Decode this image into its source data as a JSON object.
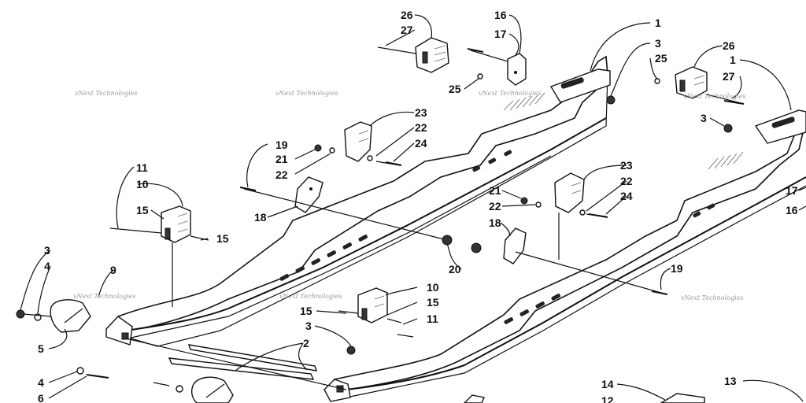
{
  "diagram": {
    "labels": [
      {
        "text": "26"
      },
      {
        "text": "27"
      },
      {
        "text": "16"
      },
      {
        "text": "17"
      },
      {
        "text": "25"
      },
      {
        "text": "1"
      },
      {
        "text": "3"
      },
      {
        "text": "25"
      },
      {
        "text": "26"
      },
      {
        "text": "1"
      },
      {
        "text": "27"
      },
      {
        "text": "3"
      },
      {
        "text": "23"
      },
      {
        "text": "22"
      },
      {
        "text": "24"
      },
      {
        "text": "19"
      },
      {
        "text": "21"
      },
      {
        "text": "22"
      },
      {
        "text": "11"
      },
      {
        "text": "10"
      },
      {
        "text": "15"
      },
      {
        "text": "15"
      },
      {
        "text": "18"
      },
      {
        "text": "23"
      },
      {
        "text": "22"
      },
      {
        "text": "21"
      },
      {
        "text": "22"
      },
      {
        "text": "24"
      },
      {
        "text": "17"
      },
      {
        "text": "16"
      },
      {
        "text": "18"
      },
      {
        "text": "20"
      },
      {
        "text": "3"
      },
      {
        "text": "4"
      },
      {
        "text": "9"
      },
      {
        "text": "19"
      },
      {
        "text": "10"
      },
      {
        "text": "15"
      },
      {
        "text": "15"
      },
      {
        "text": "11"
      },
      {
        "text": "5"
      },
      {
        "text": "3"
      },
      {
        "text": "2"
      },
      {
        "text": "4"
      },
      {
        "text": "6"
      },
      {
        "text": "14"
      },
      {
        "text": "12"
      },
      {
        "text": "13"
      }
    ],
    "watermarks": [
      {
        "text": "vNext Technologies"
      },
      {
        "text": "vNext Technologies"
      },
      {
        "text": "vNext Technologies"
      },
      {
        "text": "vNext Technologies"
      },
      {
        "text": "vNext Technologies"
      },
      {
        "text": "vNext Technologies"
      },
      {
        "text": "vNext Technologies"
      }
    ]
  }
}
